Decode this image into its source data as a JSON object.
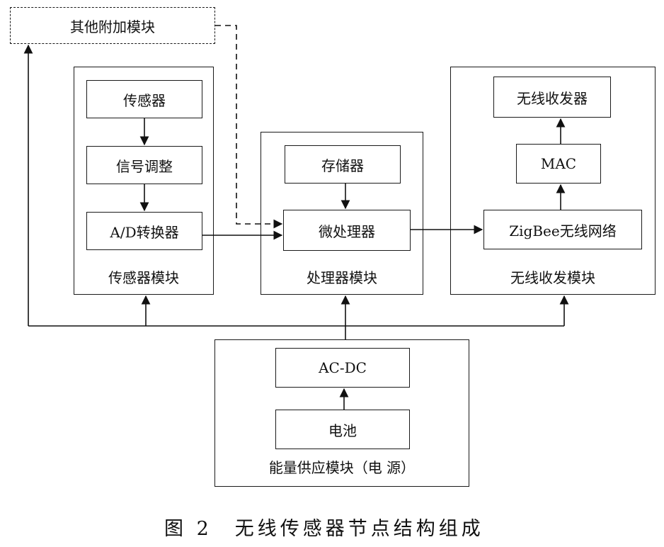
{
  "extra_module": "其他附加模块",
  "sensor_module": {
    "title": "传感器模块",
    "sensor": "传感器",
    "signal_conditioning": "信号调整",
    "adc": "A/D转换器"
  },
  "processor_module": {
    "title": "处理器模块",
    "memory": "存储器",
    "microprocessor": "微处理器"
  },
  "wireless_module": {
    "title": "无线收发模块",
    "transceiver": "无线收发器",
    "mac": "MAC",
    "zigbee": "ZigBee无线网络"
  },
  "power_module": {
    "title": "能量供应模块（电 源）",
    "acdc": "AC-DC",
    "battery": "电池"
  },
  "caption": "图 2　无线传感器节点结构组成"
}
